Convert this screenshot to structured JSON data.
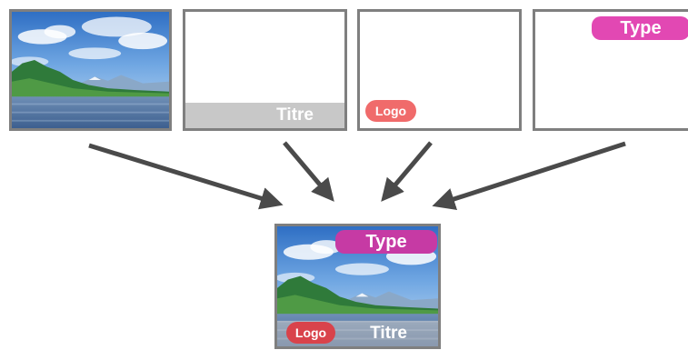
{
  "layers": {
    "title_label": "Titre",
    "logo_label": "Logo",
    "type_label": "Type"
  },
  "composite": {
    "title_label": "Titre",
    "logo_label": "Logo",
    "type_label": "Type"
  },
  "colors": {
    "border": "#7f7f7f",
    "title_band": "#c8c8c8",
    "logo_pill": "#f06b6b",
    "type_pill": "#e248b3",
    "arrow": "#4a4a4a"
  }
}
